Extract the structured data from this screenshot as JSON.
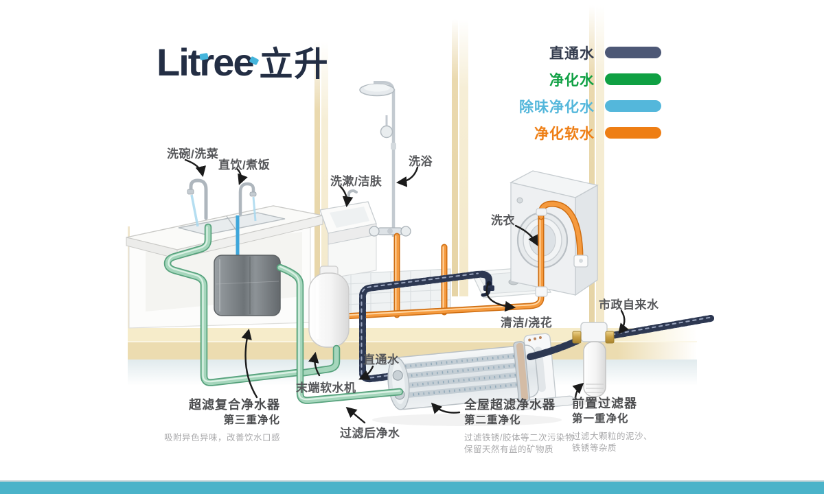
{
  "brand": {
    "name_latin": "Litree",
    "name_cjk": "立升"
  },
  "colors": {
    "straight_water": "#4d5876",
    "purified_water": "#0fa043",
    "deodorized_purified_water": "#54b7db",
    "purified_soft_water": "#ee7e14",
    "footer_stripe": "#4bb3c9"
  },
  "legend": {
    "items": [
      {
        "id": "straight-water",
        "label": "直通水",
        "swatch": "#4d5876",
        "text": "#333b4d"
      },
      {
        "id": "purified-water",
        "label": "净化水",
        "swatch": "#0fa043",
        "text": "#0fa043"
      },
      {
        "id": "deodorized-purified-water",
        "label": "除味净化水",
        "swatch": "#54b7db",
        "text": "#54b7db"
      },
      {
        "id": "purified-soft-water",
        "label": "净化软水",
        "swatch": "#ee7e14",
        "text": "#ee7e14"
      }
    ]
  },
  "fixture_labels": {
    "dish_washing": "洗碗/洗菜",
    "drinking_cooking": "直饮/煮饭",
    "face_washing": "洗漱/洁肤",
    "bathing": "洗浴",
    "laundry": "洗衣",
    "cleaning_watering": "清洁/浇花",
    "municipal_water": "市政自来水",
    "straight_water": "直通水",
    "terminal_softener": "末端软水机",
    "filtered_water": "过滤后净水"
  },
  "products": {
    "stage3": {
      "name": "超滤复合净水器",
      "stage": "第三重净化",
      "desc": "吸附异色异味，改善饮水口感"
    },
    "stage2": {
      "name": "全屋超滤净水器",
      "stage": "第二重净化",
      "desc_line1": "过滤铁锈/胶体等二次污染物",
      "desc_line2": "保留天然有益的矿物质"
    },
    "stage1": {
      "name": "前置过滤器",
      "stage": "第一重净化",
      "desc_line1": "过滤大颗粒的泥沙、",
      "desc_line2": "铁锈等杂质"
    }
  }
}
